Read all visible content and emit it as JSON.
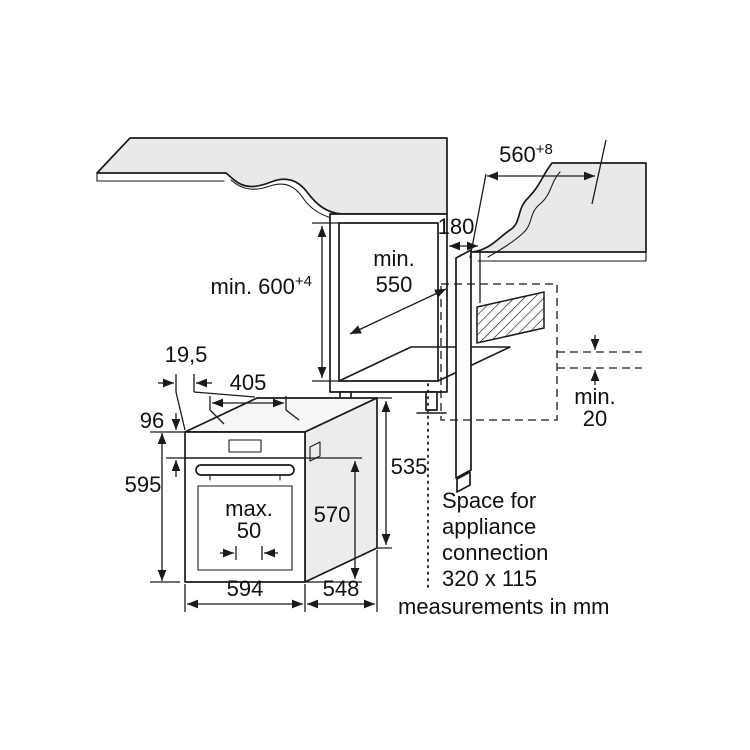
{
  "dimensions": {
    "worktop_depth": {
      "value": "560",
      "tolerance": "+8"
    },
    "niche_height": {
      "value": "min. 600",
      "tolerance": "+4"
    },
    "connection_offset": "180",
    "niche_depth": {
      "prefix": "min.",
      "value": "550"
    },
    "door_gap": "19,5",
    "top_depth": "405",
    "panel_height": "96",
    "oven_height": "595",
    "protrusion": {
      "prefix": "max.",
      "value": "50"
    },
    "door_height": "570",
    "rear_height": "535",
    "oven_width": "594",
    "oven_depth": "548",
    "rear_gap": {
      "prefix": "min.",
      "value": "20"
    }
  },
  "notes": {
    "connection_line1": "Space for",
    "connection_line2": "appliance",
    "connection_line3": "connection",
    "connection_line4": "320 x 115",
    "units": "measurements in mm"
  },
  "colors": {
    "line": "#1a1a1a",
    "surface": "#e9e9e9",
    "background": "#ffffff"
  }
}
